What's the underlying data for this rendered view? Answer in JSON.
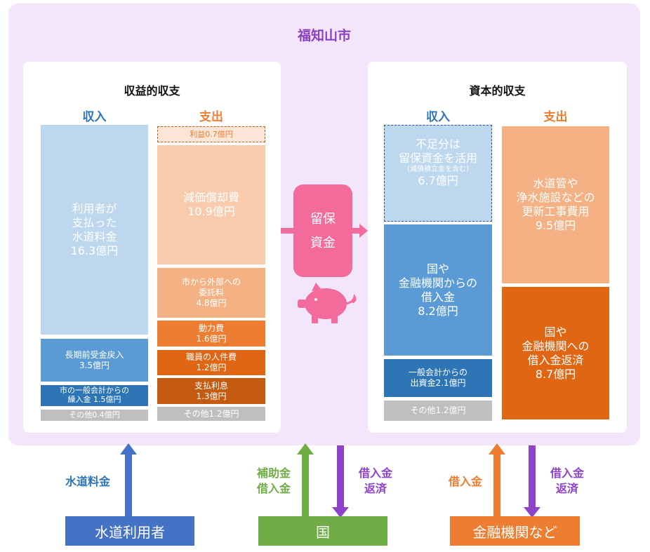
{
  "title": "福知山市",
  "revenue": {
    "title": "収益的収支",
    "income_header": "収入",
    "expense_header": "支出",
    "income": [
      {
        "label": "利用者が\n支払った\n水道料金\n16.3億円",
        "color": "#bdd7ee"
      },
      {
        "label": "長期前受金戻入\n3.5億円",
        "color": "#5b9bd5"
      },
      {
        "label": "市の一般会計からの\n繰入金 1.5億円",
        "color": "#2e75b6"
      },
      {
        "label": "その他0.4億円",
        "color": "#bfbfbf"
      }
    ],
    "expense": [
      {
        "label": "利益0.7億円",
        "color": "#fbe5d6"
      },
      {
        "label": "減価償却費\n10.9億円",
        "color": "#f8cbad"
      },
      {
        "label": "市から外部への\n委託料\n4.8億円",
        "color": "#f4b183"
      },
      {
        "label": "動力費\n1.6億円",
        "color": "#ed7d31"
      },
      {
        "label": "職員の人件費\n1.2億円",
        "color": "#e06614"
      },
      {
        "label": "支払利息\n1.3億円",
        "color": "#c55a11"
      },
      {
        "label": "その他1.2億円",
        "color": "#bfbfbf"
      }
    ]
  },
  "reserve": {
    "label_line1": "留保",
    "label_line2": "資金",
    "color": "#f26b9a"
  },
  "capital": {
    "title": "資本的収支",
    "income_header": "収入",
    "expense_header": "支出",
    "income": [
      {
        "label_main": "不足分は\n留保資金を活用",
        "label_note": "（減債積立金を含む）",
        "label_value": "6.7億円",
        "color": "#bdd7ee"
      },
      {
        "label": "国や\n金融機関からの\n借入金\n8.2億円",
        "color": "#5b9bd5"
      },
      {
        "label": "一般会計からの\n出資金2.1億円",
        "color": "#2e75b6"
      },
      {
        "label": "その他1.2億円",
        "color": "#bfbfbf"
      }
    ],
    "expense": [
      {
        "label": "水道管や\n浄水施設などの\n更新工事費用\n9.5億円",
        "color": "#f4b183"
      },
      {
        "label": "国や\n金融機関への\n借入金返済\n8.7億円",
        "color": "#e06614"
      }
    ]
  },
  "bottom": {
    "users": {
      "label": "水道利用者",
      "arrow_label": "水道料金",
      "color": "#4472c4"
    },
    "nation": {
      "label": "国",
      "up_label": "補助金\n借入金",
      "down_label": "借入金\n返済",
      "color": "#70ad47"
    },
    "banks": {
      "label": "金融機関など",
      "up_label": "借入金",
      "down_label": "借入金\n返済",
      "color": "#ed7d31"
    },
    "repay_color": "#8e44c9"
  }
}
